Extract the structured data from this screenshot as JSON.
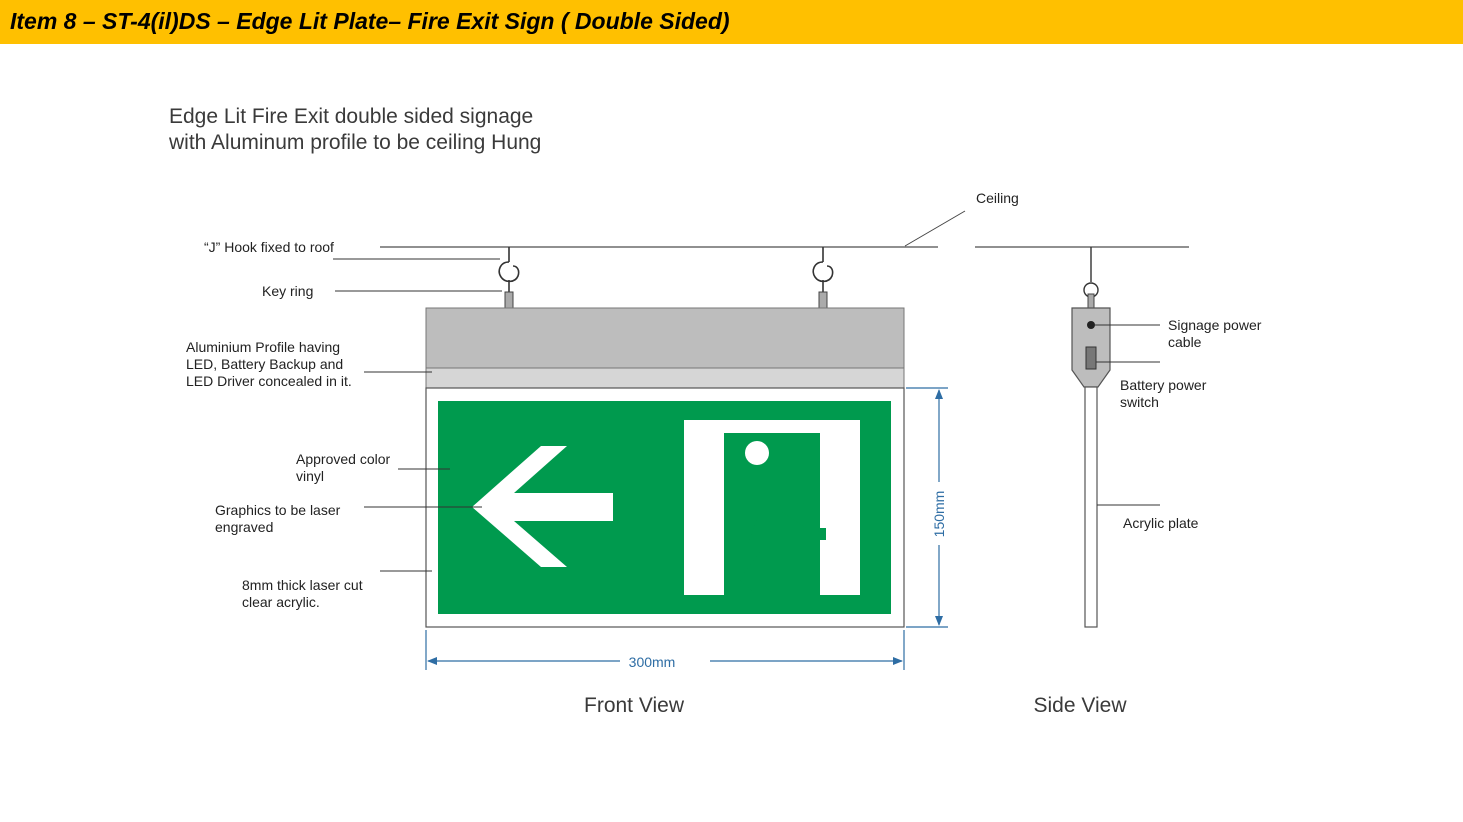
{
  "header": {
    "title": "Item 8 – ST-4(il)DS – Edge Lit Plate– Fire Exit Sign ( Double Sided)",
    "background_color": "#FFC000"
  },
  "description": {
    "line1": "Edge Lit Fire Exit double sided signage",
    "line2": "with Aluminum profile to be ceiling Hung"
  },
  "front_view": {
    "caption": "Front View",
    "labels": {
      "j_hook": "“J” Hook fixed to roof",
      "key_ring": "Key ring",
      "aluminium_1": "Aluminium Profile having",
      "aluminium_2": "LED, Battery Backup and",
      "aluminium_3": "LED Driver concealed in it.",
      "vinyl_1": "Approved color",
      "vinyl_2": "vinyl",
      "graphics_1": "Graphics to be laser",
      "graphics_2": "engraved",
      "acrylic_1": "8mm thick laser cut",
      "acrylic_2": "clear acrylic."
    },
    "dimensions": {
      "width": "300mm",
      "height": "150mm"
    }
  },
  "side_view": {
    "caption": "Side View",
    "labels": {
      "ceiling": "Ceiling",
      "power_cable_1": "Signage power",
      "power_cable_2": "cable",
      "switch_1": "Battery power",
      "switch_2": "switch",
      "acrylic_plate": "Acrylic plate"
    }
  },
  "colors": {
    "sign_green": "#009A4E",
    "dimension_blue": "#2E6DA4",
    "profile_gray": "#BDBDBD"
  }
}
